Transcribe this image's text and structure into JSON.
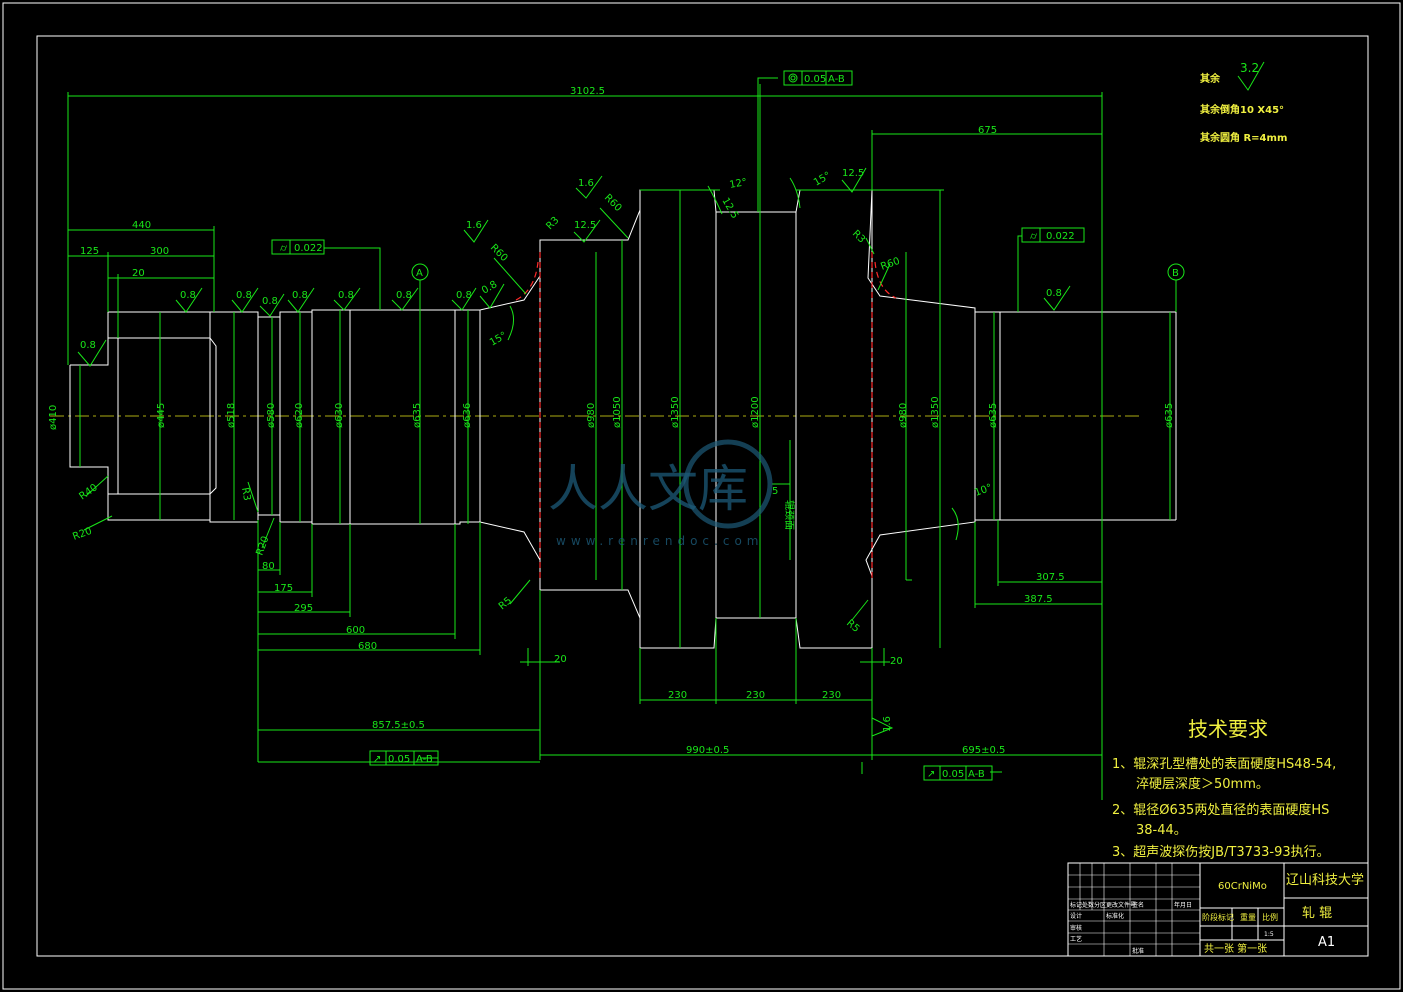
{
  "colors": {
    "background": "#000000",
    "dimension": "#19e619",
    "outline": "#ffffff",
    "centerline": "#e6e619",
    "hidden": "#ff2a2a",
    "text": "#f0f040",
    "watermark": "#1c5a78"
  },
  "dimensions": {
    "overall": "3102.5",
    "d440": "440",
    "d125": "125",
    "d300": "300",
    "d20a": "20",
    "d675": "675",
    "d80": "80",
    "d175": "175",
    "d295": "295",
    "d600": "600",
    "d680": "680",
    "d857": "857.5±0.5",
    "d990": "990±0.5",
    "d695": "695±0.5",
    "d230a": "230",
    "d230b": "230",
    "d230c": "230",
    "d20b": "20",
    "d20c": "20",
    "d3075": "307.5",
    "d3875": "387.5",
    "d5": "5"
  },
  "diameters": {
    "d1": "ø410",
    "d2": "ø445",
    "d3": "ø518",
    "d4": "ø580",
    "d5": "ø620",
    "d6": "ø630",
    "d7": "ø635",
    "d8": "ø636",
    "d9": "ø980",
    "d10": "ø1050",
    "d11": "ø1350",
    "d12": "ø1200",
    "d13": "ø980",
    "d14": "ø1350",
    "d15": "ø635",
    "d16": "ø635"
  },
  "radii": {
    "r40": "R40",
    "r20": "R20",
    "r3a": "R3",
    "r20b": "R20",
    "r60a": "R60",
    "r3b": "R3",
    "r60b": "R60",
    "r3c": "R3",
    "r60c": "R60",
    "r5a": "R5",
    "r5b": "R5"
  },
  "roughness": {
    "r08": "0.8",
    "r16": "1.6",
    "r125": "12.5",
    "r32": "3.2"
  },
  "angles": {
    "a15a": "15°",
    "a12": "12°",
    "a15b": "15°",
    "a10": "10°"
  },
  "tolerances": {
    "cyl1": "0.022",
    "cyl2": "0.022",
    "circ": "0.05",
    "circ_ref": "A-B",
    "run1": "0.05",
    "run1_ref": "A-B",
    "run2": "0.05",
    "run2_ref": "A-B"
  },
  "datums": {
    "a": "A",
    "b": "B"
  },
  "notes": {
    "rest": "其余",
    "chamfer": "其余倒角10 X45°",
    "fillet": "其余圆角 R=4mm"
  },
  "tech": {
    "title": "技术要求",
    "line1": "1、辊深孔型槽处的表面硬度HS48-54,",
    "line1b": "淬硬层深度＞50mm。",
    "line2": "2、辊径Ø635两处直径的表面硬度HS",
    "line2b": "38-44。",
    "line3": "3、超声波探伤按JB/T3733-93执行。"
  },
  "labels": {
    "groove": "辊颈面"
  },
  "title_block": {
    "material": "60CrNiMo",
    "school": "辽山科技大学",
    "part": "轧 辊",
    "size": "A1",
    "sheet": "共一张 第一张",
    "stage": "阶段标记",
    "weight": "重量",
    "scale": "比例",
    "scale_val": "1:5",
    "col1": "标记",
    "col2": "处数",
    "col3": "分区",
    "col4": "更改文件号",
    "col5": "签名",
    "col6": "年月日",
    "row_design": "设计",
    "row_check": "审核",
    "row_process": "工艺",
    "row_std": "标准化",
    "row_approve": "批准"
  },
  "watermark": {
    "text": "人人文库",
    "url": "www.renrendoc.com"
  }
}
